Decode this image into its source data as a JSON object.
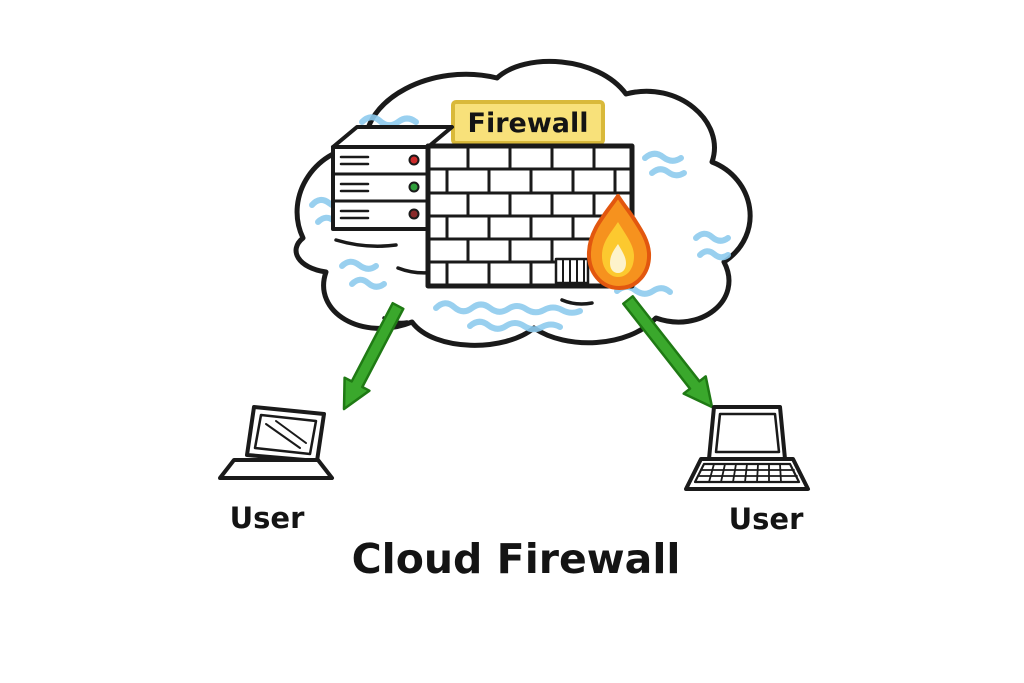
{
  "diagram": {
    "title": "Cloud Firewall",
    "firewall_label": "Firewall",
    "left_user_label": "User",
    "right_user_label": "User"
  },
  "icons": {
    "cloud": "cloud-icon",
    "server": "server-icon",
    "brick_wall": "brick-wall-icon",
    "flame": "flame-icon",
    "left_arrow": "left-arrow-icon",
    "right_arrow": "right-arrow-icon",
    "left_laptop": "laptop-icon",
    "right_laptop": "laptop-icon"
  },
  "colors": {
    "ink": "#1a1a1a",
    "cloud_blue": "#8ecbee",
    "label_yellow": "#f8e17a",
    "label_yellow_border": "#d9b93a",
    "arrow_green": "#3aa82c",
    "arrow_green_dark": "#1f7a14",
    "flame_outer": "#f6921e",
    "flame_outline": "#e2570f",
    "flame_mid": "#fcc92f",
    "flame_inner": "#fdf3cb",
    "led_red": "#cc2a2a",
    "led_green": "#2f9e3a",
    "led_maroon": "#8a2a2a"
  }
}
